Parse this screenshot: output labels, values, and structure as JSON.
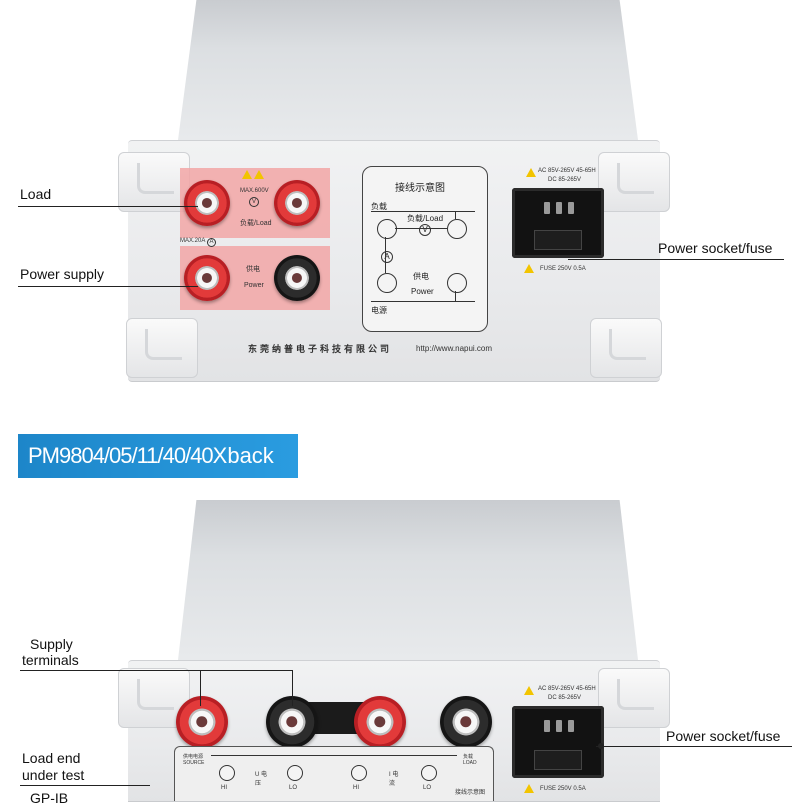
{
  "top_device": {
    "callouts": {
      "load": "Load",
      "power_supply": "Power supply",
      "power_socket_fuse": "Power socket/fuse"
    },
    "terminal_labels": {
      "max_voltage": "MAX.600V",
      "voltmeter_symbol": "V",
      "load_label": "负载/Load",
      "max_current": "MAX.20A",
      "ammeter_symbol": "A",
      "supply_label": "供电",
      "power_label": "Power"
    },
    "wiring_diagram": {
      "title": "接线示意图",
      "load_side": "负载",
      "load_mid": "负载/Load",
      "v_symbol": "V",
      "a_symbol": "A",
      "supply_mid": "供电",
      "power_mid": "Power",
      "source_side": "电源"
    },
    "socket_spec": {
      "ac": "AC 85V-265V 45-65H",
      "dc": "DC 85-265V",
      "fuse": "FUSE 250V 0.5A"
    },
    "footer": {
      "company": "东莞纳普电子科技有限公司",
      "url": "http://www.napui.com"
    },
    "highlight_color": "#f2a6a6"
  },
  "banner": {
    "model": "PM9804/05/11/40/40X",
    "suffix": "back",
    "color": "#2a9ce0"
  },
  "bottom_device": {
    "callouts": {
      "supply_terminals_line1": "Supply",
      "supply_terminals_line2": "terminals",
      "load_end_line1": "Load end",
      "load_end_line2": "under test",
      "cutoff": "GP-IB",
      "power_socket_fuse": "Power socket/fuse"
    },
    "strip_labels": {
      "source": "供电电源 SOURCE",
      "load": "负载 LOAD",
      "hi_left": "HI",
      "lo_left": "LO",
      "u_label": "U 电压",
      "i_label": "I 电流",
      "hi_right": "HI",
      "lo_right": "LO",
      "diagram": "接线示意图"
    },
    "socket_spec": {
      "ac": "AC 85V-265V 45-65H",
      "dc": "DC 85-265V",
      "fuse": "FUSE 250V 0.5A"
    }
  }
}
